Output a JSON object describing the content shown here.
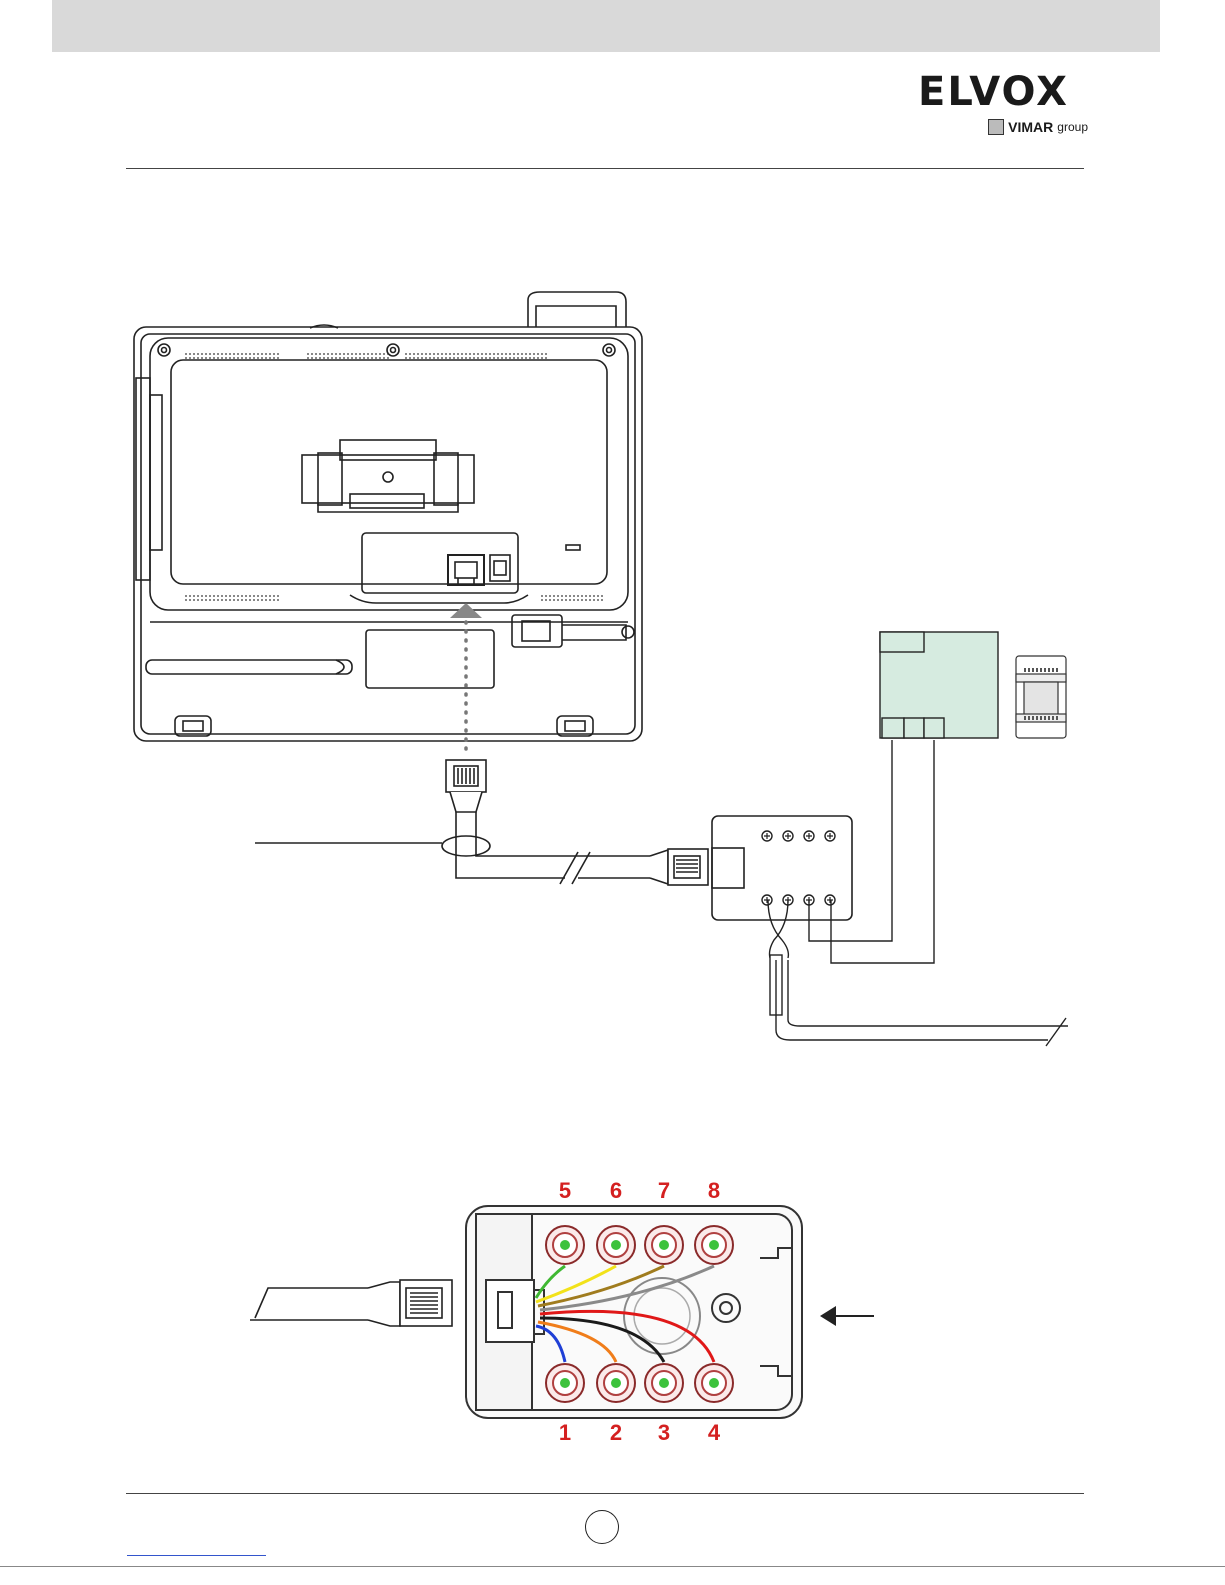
{
  "brand": {
    "logo_text": "ELVOX",
    "sub_brand": "VIMAR",
    "sub_brand_suffix": "group"
  },
  "terminal_block": {
    "top_pin_numbers": [
      "5",
      "6",
      "7",
      "8"
    ],
    "bottom_pin_numbers": [
      "1",
      "2",
      "3",
      "4"
    ],
    "wire_colors": {
      "pin1": "#1f3fd6",
      "pin2": "#f07d1a",
      "pin3": "#1a1a1a",
      "pin4": "#e01818",
      "pin5": "#3fb832",
      "pin6": "#f2e21a",
      "pin7": "#a07c1e",
      "pin8": "#8a8a8a"
    },
    "pin_number_color": "#d42020",
    "contact_color": "#3cc23c"
  },
  "colors": {
    "module_fill": "#d6ebe0",
    "header_bar": "#d9d9d9"
  },
  "page_number": ""
}
